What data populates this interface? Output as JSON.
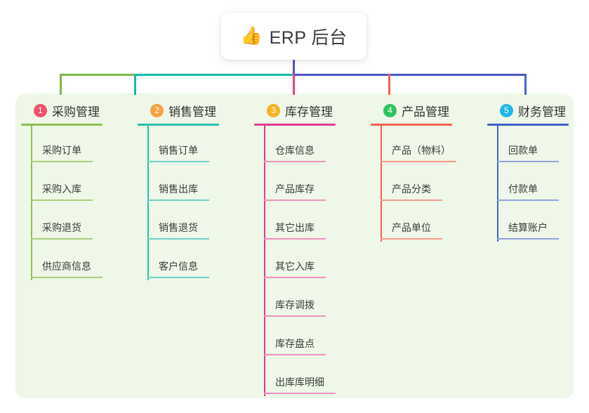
{
  "diagram": {
    "type": "mindmap-org-chart",
    "title": "ERP 后台",
    "root": {
      "icon": "thumbs-up-icon",
      "icon_glyph": "👍",
      "label": "ERP 后台"
    },
    "panel_color": "#eef7e8",
    "card_color": "#ffffff",
    "bus_segments": [
      {
        "name": "bus-segment-green",
        "color": "#7cb843"
      },
      {
        "name": "bus-segment-teal",
        "color": "#16bba6"
      },
      {
        "name": "bus-segment-indigo",
        "color": "#4a53c4"
      }
    ],
    "root_drop_color": "#4a53c4",
    "columns": [
      {
        "index": "1",
        "badge": "1",
        "badge_color": "#f0506e",
        "line_color": "#8cc152",
        "leaf_line_color": "#a9d17a",
        "drop_color": "#7cb843",
        "title": "采购管理",
        "items": [
          "采购订单",
          "采购入库",
          "采购退货",
          "供应商信息"
        ]
      },
      {
        "index": "2",
        "badge": "2",
        "badge_color": "#f6a142",
        "line_color": "#2bbfb0",
        "leaf_line_color": "#6fd0c6",
        "drop_color": "#16bba6",
        "title": "销售管理",
        "items": [
          "销售订单",
          "销售出库",
          "销售退货",
          "客户信息"
        ]
      },
      {
        "index": "3",
        "badge": "3",
        "badge_color": "#f5b324",
        "line_color": "#e23b8f",
        "leaf_line_color": "#ef90c0",
        "drop_color": "#ec3f8e",
        "title": "库存管理",
        "items": [
          "仓库信息",
          "产品库存",
          "其它出库",
          "其它入库",
          "库存调拨",
          "库存盘点",
          "出库库明细"
        ]
      },
      {
        "index": "4",
        "badge": "4",
        "badge_color": "#2ec45f",
        "line_color": "#f2614f",
        "leaf_line_color": "#f59a8c",
        "drop_color": "#f2614f",
        "title": "产品管理",
        "items": [
          "产品（物料）",
          "产品分类",
          "产品单位"
        ]
      },
      {
        "index": "5",
        "badge": "5",
        "badge_color": "#22b6ea",
        "line_color": "#3f63c8",
        "leaf_line_color": "#8fa4de",
        "drop_color": "#4a63c8",
        "title": "财务管理",
        "items": [
          "回款单",
          "付款单",
          "结算账户"
        ]
      }
    ]
  }
}
